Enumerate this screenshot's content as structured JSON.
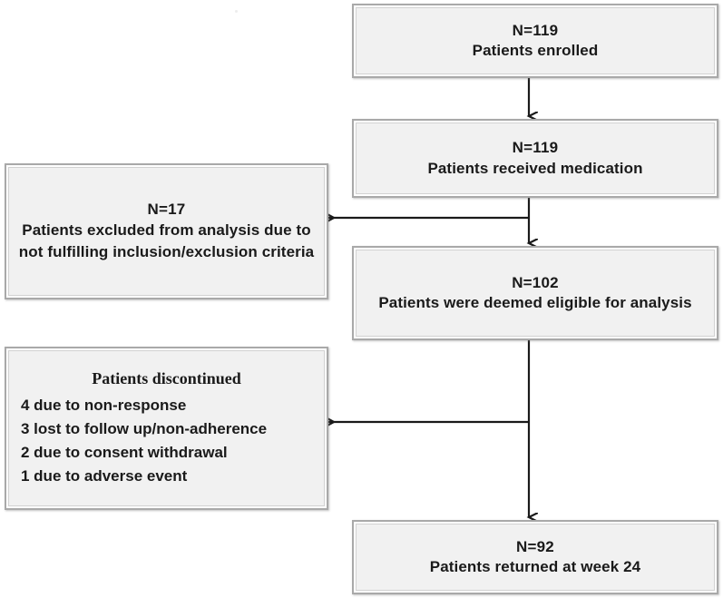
{
  "diagram": {
    "type": "patient-flow-consort",
    "title": "",
    "nodes": {
      "enrolled": {
        "count": "N=119",
        "desc": "Patients enrolled"
      },
      "received_medication": {
        "count": "N=119",
        "desc": "Patients received medication"
      },
      "excluded": {
        "count": "N=17",
        "desc": "Patients excluded from analysis due to not fulfilling inclusion/exclusion criteria"
      },
      "eligible": {
        "count": "N=102",
        "desc": "Patients were deemed eligible for analysis"
      },
      "discontinued": {
        "heading": "Patients discontinued",
        "reasons": [
          "4 due to non-response",
          "3 lost to follow up/non-adherence",
          "2 due to consent withdrawal",
          "1 due to adverse event"
        ]
      },
      "returned": {
        "count": "N=92",
        "desc": "Patients returned at week 24"
      }
    },
    "colors": {
      "node_fill": "#f1f1f1",
      "node_border": "#a9a9a9",
      "connector": "#1a1a1a",
      "text": "#1a1a1a",
      "background": "#ffffff"
    },
    "connectors": [
      {
        "name": "enrolled-to-received",
        "from": "enrolled",
        "to": "received_medication",
        "kind": "down-arrow"
      },
      {
        "name": "received-to-eligible",
        "from": "received_medication",
        "to": "eligible",
        "kind": "down-arrow"
      },
      {
        "name": "received-to-excluded",
        "from": "received_medication",
        "to": "excluded",
        "kind": "left-arrow"
      },
      {
        "name": "eligible-to-returned",
        "from": "eligible",
        "to": "returned",
        "kind": "down-arrow"
      },
      {
        "name": "eligible-to-discontinued",
        "from": "eligible",
        "to": "discontinued",
        "kind": "left-arrow"
      }
    ]
  }
}
